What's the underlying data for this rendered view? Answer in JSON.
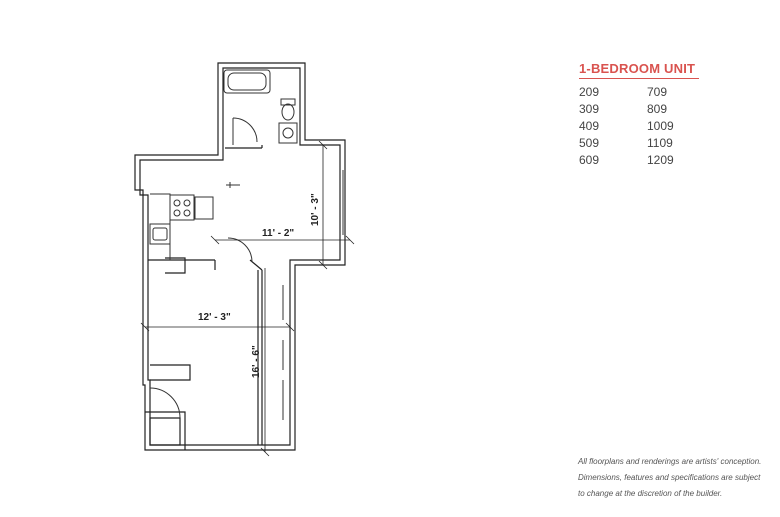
{
  "title": "1-BEDROOM UNIT",
  "units_left": [
    "209",
    "309",
    "409",
    "509",
    "609"
  ],
  "units_right": [
    "709",
    "809",
    "1009",
    "1109",
    "1209"
  ],
  "dimensions": {
    "kitchen_width": "11' - 2\"",
    "kitchen_depth": "10' - 3\"",
    "living_width": "12' - 3\"",
    "living_depth": "16' - 6\""
  },
  "disclaimer": "All floorplans and renderings are artists' conception. Dimensions, features and specifications are subject to change at the discretion of the builder."
}
